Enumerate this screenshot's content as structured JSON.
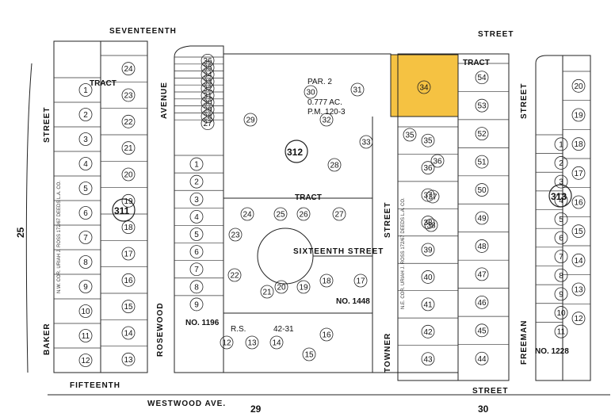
{
  "map": {
    "streets": {
      "seventeenth": "SEVENTEENTH",
      "street_top_right": "STREET",
      "fifteenth": "FIFTEENTH",
      "street_bottom_right": "STREET",
      "sixteenth": "SIXTEENTH STREET",
      "avenue": "AVENUE",
      "rosewood": "ROSEWOOD",
      "street_left": "STREET",
      "baker": "BAKER",
      "street_mid": "STREET",
      "towner": "TOWNER",
      "street_right": "STREET",
      "freeman": "FREEMAN",
      "westwood": "WESTWOOD AVE."
    },
    "labels": {
      "tract_left": "TRACT",
      "tract_center": "TRACT",
      "tract_right": "TRACT",
      "tract_no_1196": "NO. 1196",
      "tract_no_1448": "NO. 1448",
      "tract_no_1228": "NO. 1228",
      "par2": "PAR. 2",
      "acreage": "0.777 AC.",
      "pm": "P.M. 120-3",
      "rs": "R.S.",
      "rs_ref": "42-31",
      "corner_25": "25",
      "corner_29": "29",
      "corner_30": "30",
      "deed_left": "N.W. COR. URIAH J. ROSS 172/67 DEEDS L.A. CO.",
      "deed_right": "N.E. COR. URIAH J. ROSS 172/67 DEEDS L.A. CO."
    },
    "block_numbers": [
      "311",
      "312",
      "313"
    ],
    "blocks": {
      "b1_left": [
        "1",
        "2",
        "3",
        "4",
        "5",
        "6",
        "7",
        "8",
        "9",
        "10",
        "11",
        "12"
      ],
      "b1_right": [
        "24",
        "23",
        "22",
        "21",
        "20",
        "19",
        "18",
        "17",
        "16",
        "15",
        "14",
        "13"
      ],
      "b2_left": [
        "1",
        "2",
        "3",
        "4",
        "5",
        "6",
        "7",
        "8",
        "9"
      ],
      "b2_right": [
        "36",
        "35",
        "34",
        "33",
        "32",
        "31",
        "30",
        "29",
        "28",
        "27"
      ],
      "b3_center": [
        "29",
        "30",
        "31",
        "32",
        "33",
        "34",
        "35",
        "36",
        "37",
        "38"
      ],
      "b3_circle": [
        "23",
        "24",
        "25",
        "26",
        "27",
        "28",
        "22",
        "21",
        "20",
        "19",
        "18",
        "17",
        "16",
        "15",
        "14",
        "13",
        "12"
      ],
      "b4_left": [
        "35",
        "36",
        "37",
        "38",
        "39",
        "40",
        "41",
        "42",
        "43"
      ],
      "b4_right": [
        "54",
        "53",
        "52",
        "51",
        "50",
        "49",
        "48",
        "47",
        "46",
        "45",
        "44"
      ],
      "b5_left": [
        "1",
        "2",
        "3",
        "4",
        "5",
        "6",
        "7",
        "8",
        "9",
        "10",
        "11"
      ],
      "b5_right": [
        "20",
        "19",
        "18",
        "17",
        "16",
        "15",
        "14",
        "13",
        "12"
      ]
    },
    "highlight": {
      "lot": "34",
      "color": "#f5c242"
    },
    "colors": {
      "line": "#222222",
      "highlight": "#f5c242",
      "bg": "#ffffff"
    }
  }
}
